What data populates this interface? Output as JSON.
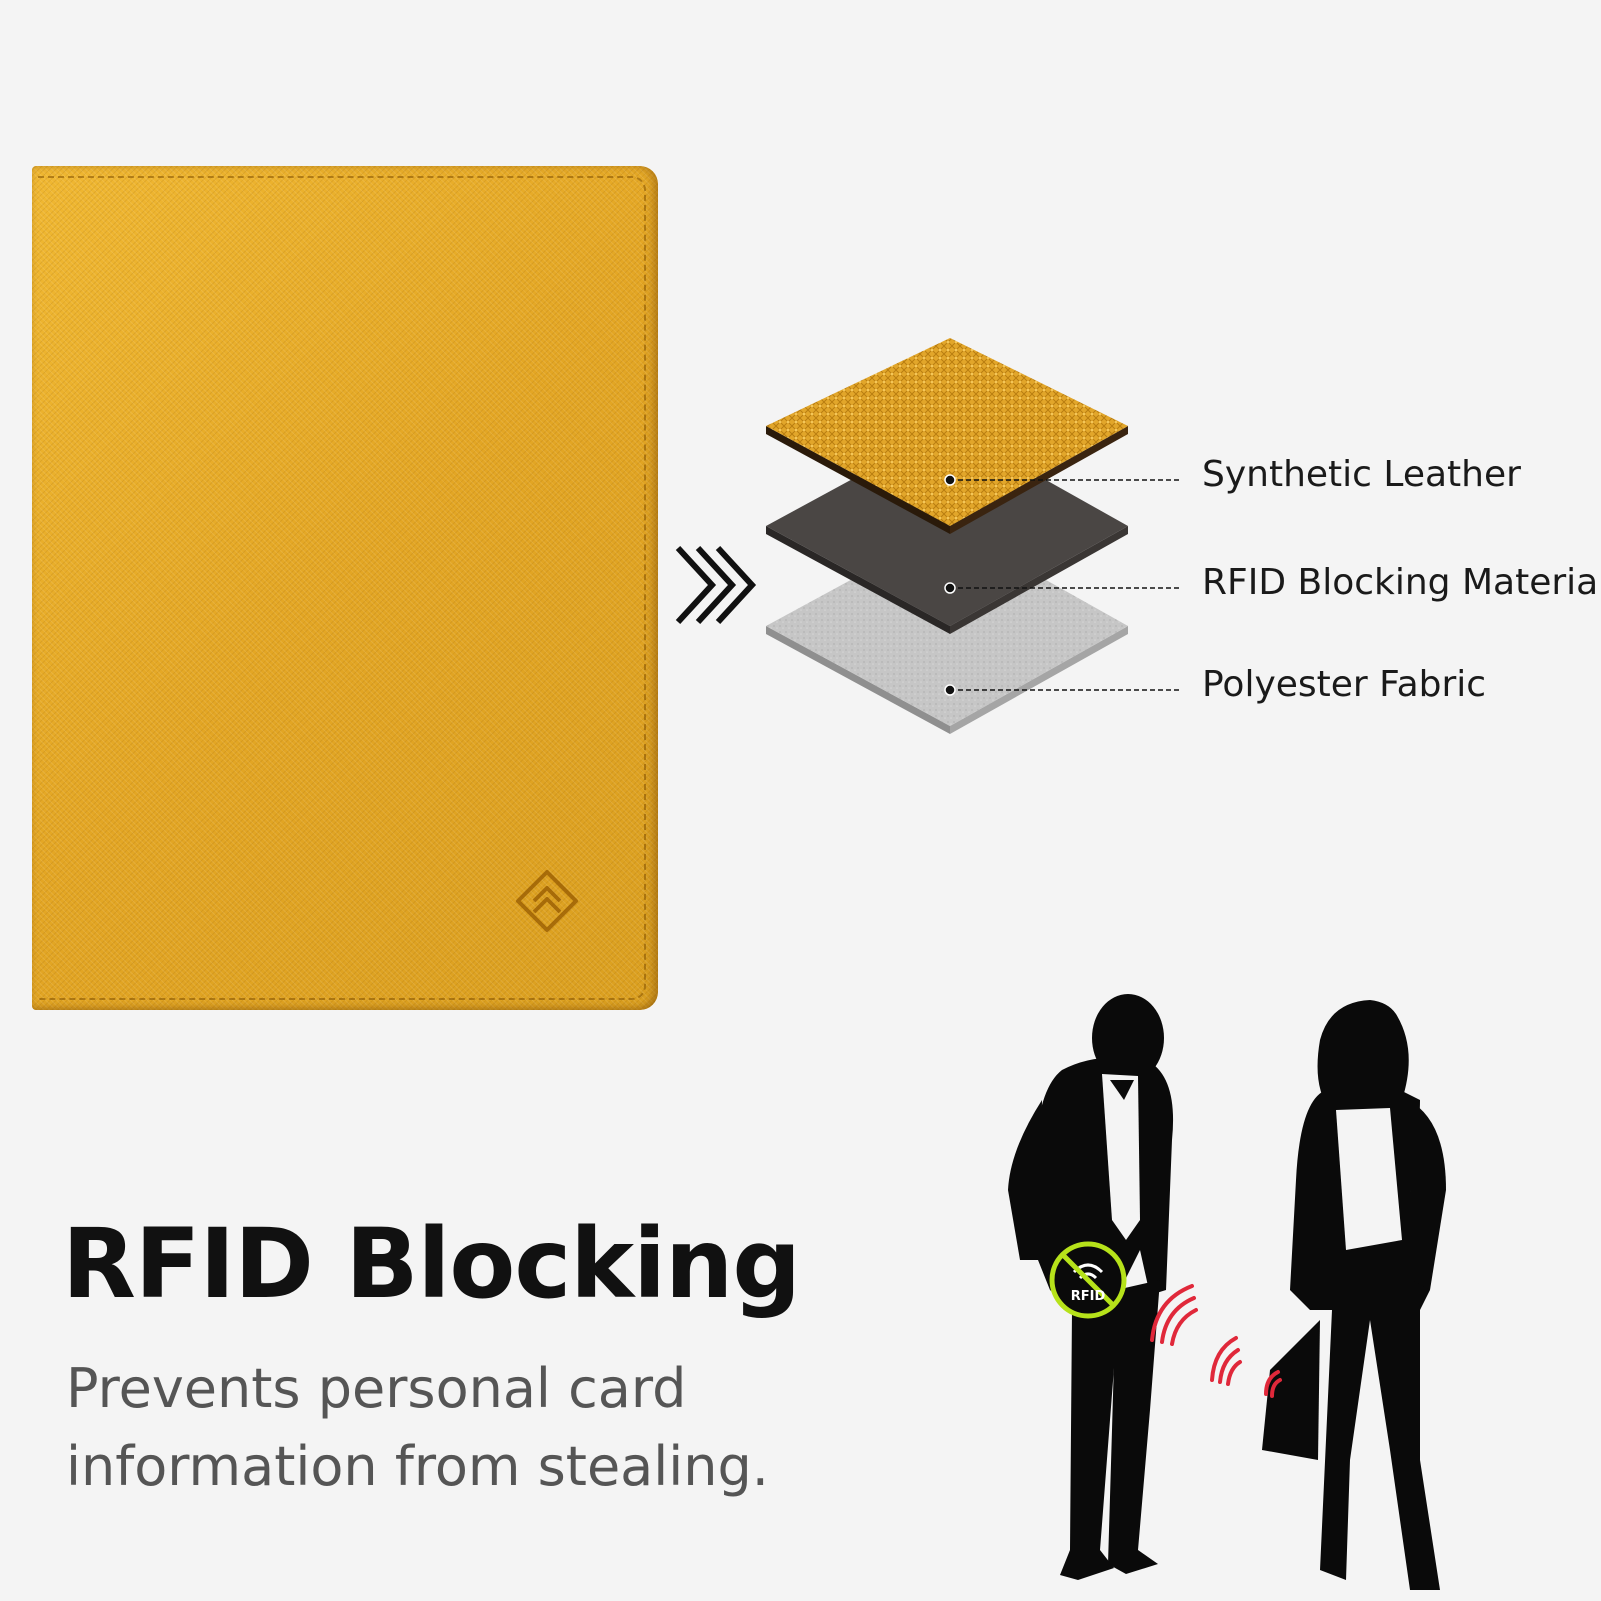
{
  "layers": {
    "labels": [
      {
        "text": "Synthetic Leather"
      },
      {
        "text": "RFID Blocking Material"
      },
      {
        "text": "Polyester Fabric"
      }
    ]
  },
  "headline": "RFID Blocking",
  "subtext": "Prevents personal card information from stealing.",
  "icons": {
    "arrows": "triple-chevron-right-icon",
    "logo": "brand-logo-icon",
    "rfid_badge": "rfid-blocked-icon",
    "signal": "wireless-signal-icon"
  },
  "rfid_badge_text": "RFID",
  "colors": {
    "passport": "#e8ad28",
    "leather_layer": "#e3a52a",
    "blocking_layer": "#4a4644",
    "fabric_layer": "#c8c8c8",
    "signal": "#e0283a",
    "badge_ring": "#b6e21a",
    "background": "#f4f4f4"
  }
}
